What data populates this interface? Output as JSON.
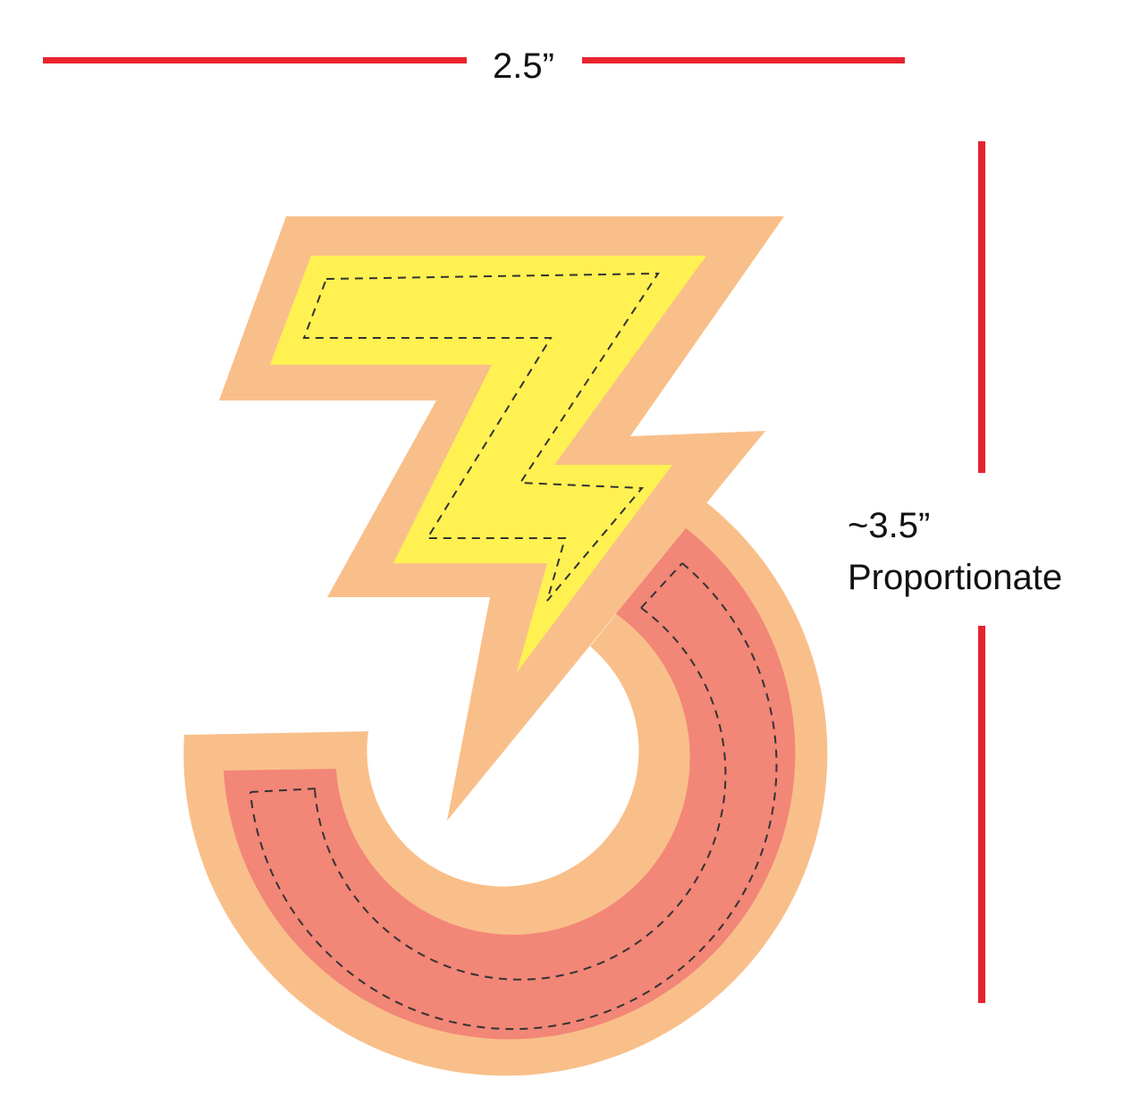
{
  "dimensions": {
    "width_label": "2.5”",
    "height_label_line1": "~3.5”",
    "height_label_line2": "Proportionate"
  },
  "colors": {
    "dimension_line": "#e8232f",
    "border": "#f9bf8a",
    "bolt_fill": "#fff152",
    "arc_fill": "#f28677",
    "stitch": "#333333",
    "text": "#111111"
  },
  "shape": {
    "icon": "number-three-lightning-patch-icon"
  }
}
